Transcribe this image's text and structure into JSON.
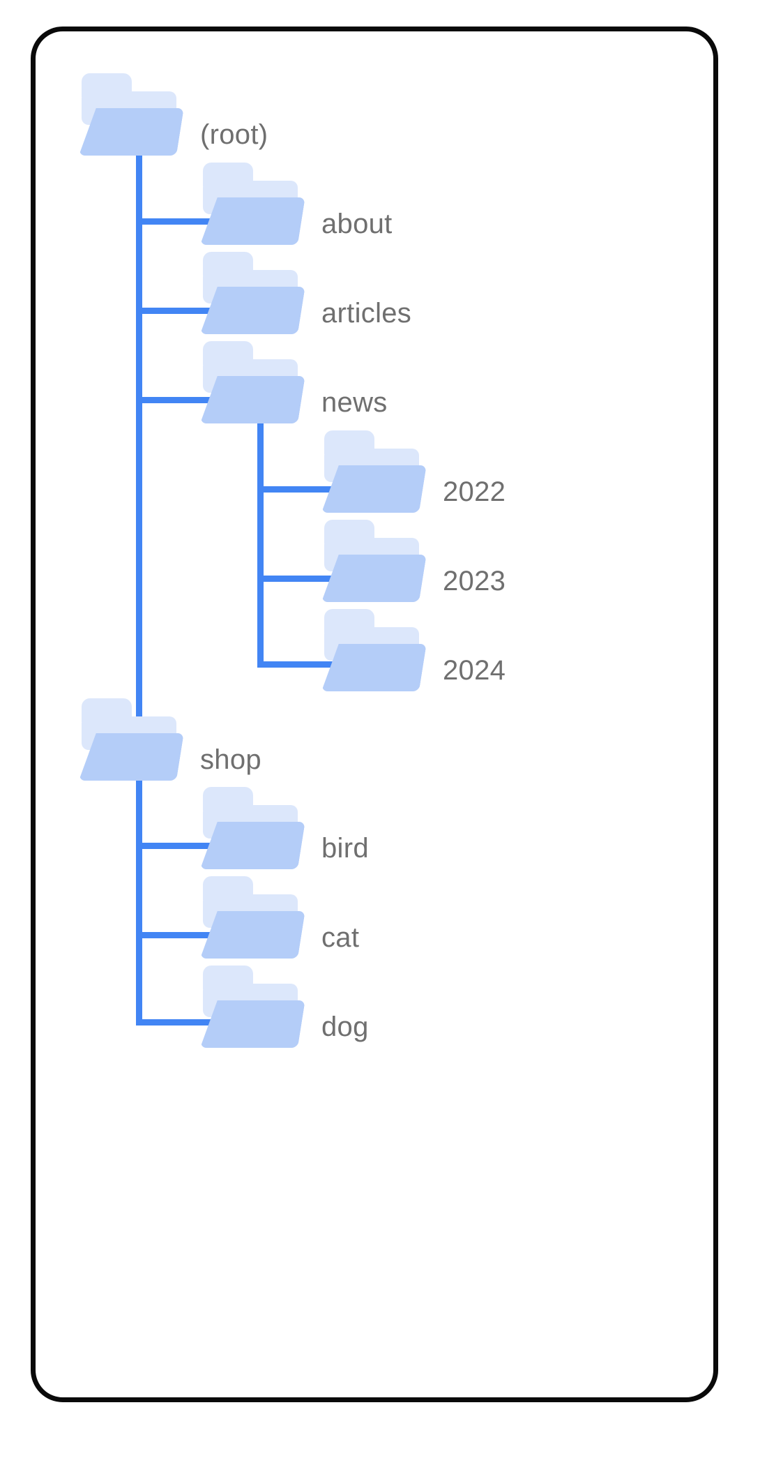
{
  "diagram": {
    "title": "folder-tree",
    "colors": {
      "connector": "#4285f4",
      "folder_front": "#b4cdf8",
      "folder_back": "#dce7fb",
      "label": "#6f6f6f",
      "card_border": "#0a0a0a",
      "background": "#ffffff"
    },
    "nodes": [
      {
        "id": "root",
        "label": "(root)",
        "depth": 0,
        "icon": "folder-icon",
        "parent": null
      },
      {
        "id": "about",
        "label": "about",
        "depth": 1,
        "icon": "folder-icon",
        "parent": "root"
      },
      {
        "id": "articles",
        "label": "articles",
        "depth": 1,
        "icon": "folder-icon",
        "parent": "root"
      },
      {
        "id": "news",
        "label": "news",
        "depth": 1,
        "icon": "folder-icon",
        "parent": "root"
      },
      {
        "id": "y2022",
        "label": "2022",
        "depth": 2,
        "icon": "folder-icon",
        "parent": "news"
      },
      {
        "id": "y2023",
        "label": "2023",
        "depth": 2,
        "icon": "folder-icon",
        "parent": "news"
      },
      {
        "id": "y2024",
        "label": "2024",
        "depth": 2,
        "icon": "folder-icon",
        "parent": "news"
      },
      {
        "id": "shop",
        "label": "shop",
        "depth": 1,
        "icon": "folder-icon",
        "parent": "root"
      },
      {
        "id": "bird",
        "label": "bird",
        "depth": 2,
        "icon": "folder-icon",
        "parent": "shop"
      },
      {
        "id": "cat",
        "label": "cat",
        "depth": 2,
        "icon": "folder-icon",
        "parent": "shop"
      },
      {
        "id": "dog",
        "label": "dog",
        "depth": 2,
        "icon": "folder-icon",
        "parent": "shop"
      }
    ]
  }
}
